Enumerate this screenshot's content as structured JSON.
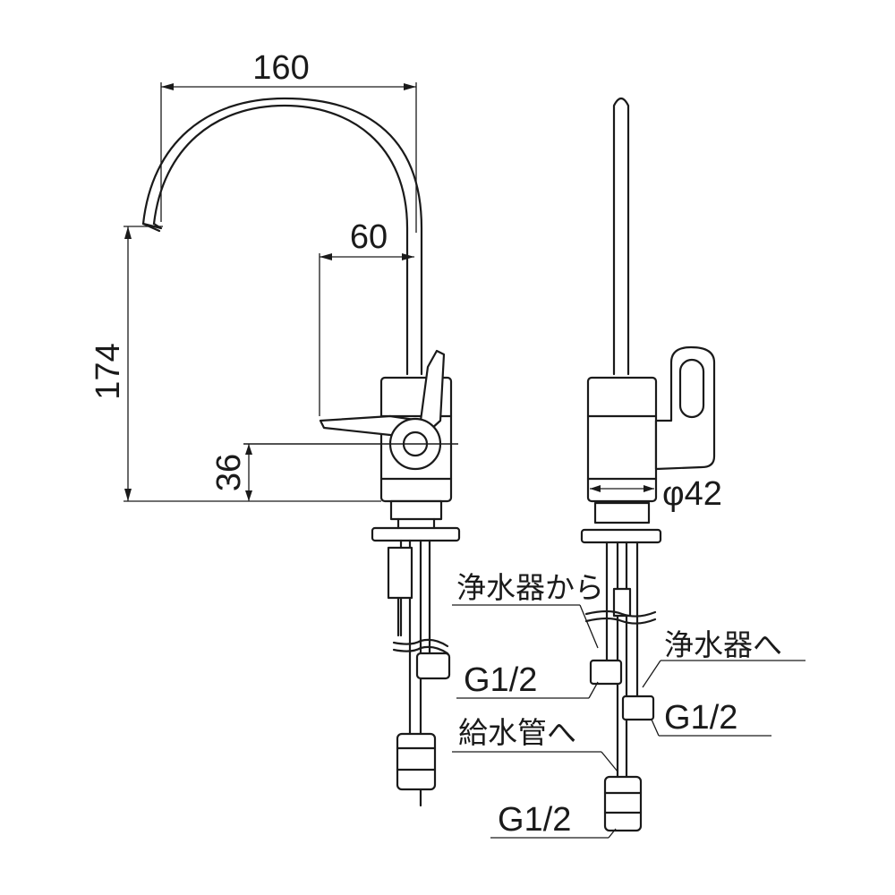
{
  "dimensions": {
    "overall_reach": "160",
    "spout_offset": "60",
    "spout_height": "174",
    "handle_height": "36",
    "body_diameter": "φ42"
  },
  "callouts": {
    "from_purifier": "浄水器から",
    "to_purifier": "浄水器へ",
    "to_supply_pipe": "給水管へ",
    "thread_upper_left": "G1/2",
    "thread_upper_right": "G1/2",
    "thread_bottom": "G1/2"
  }
}
